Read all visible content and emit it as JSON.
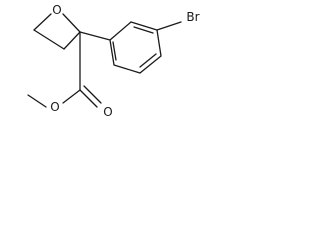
{
  "molecule": {
    "atoms": {
      "ring_oxygen": "O",
      "carbonyl_oxygen": "O",
      "ester_oxygen": "O",
      "bromine": "Br"
    }
  },
  "colors": {
    "bond": "#1a1a1a",
    "background": "#ffffff"
  }
}
